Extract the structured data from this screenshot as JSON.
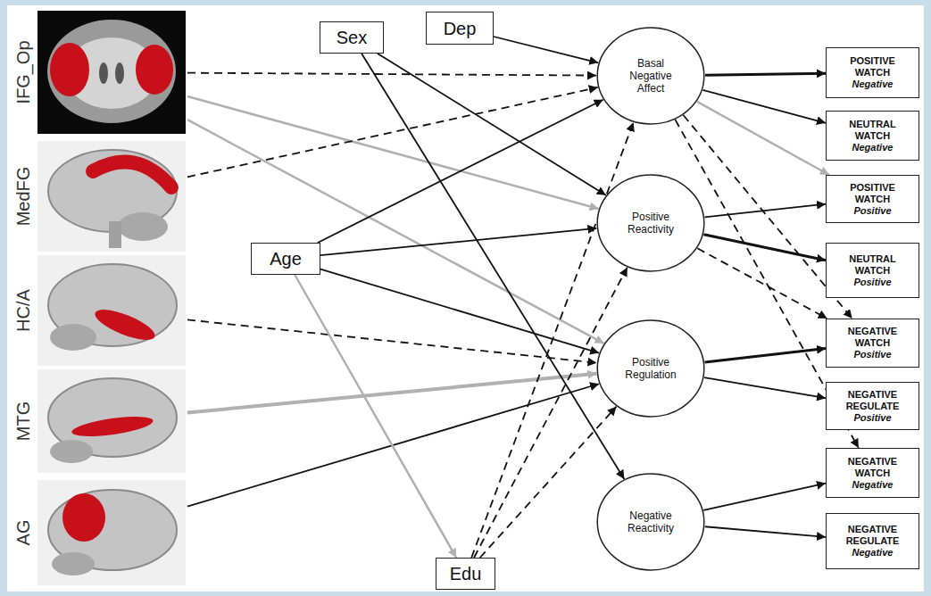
{
  "diagram": {
    "nodes": [
      {
        "text": [
          "IFG_Op"
        ]
      },
      {
        "text": [
          "MedFG"
        ]
      },
      {
        "text": [
          "HC/A"
        ]
      },
      {
        "text": [
          "MTG"
        ]
      },
      {
        "text": [
          "AG"
        ]
      },
      {
        "text": [
          "Sex"
        ]
      },
      {
        "text": [
          "Dep"
        ]
      },
      {
        "text": [
          "Age"
        ]
      },
      {
        "text": [
          "Edu"
        ]
      },
      {
        "text": [
          "Basal Negative Affect"
        ]
      },
      {
        "text": [
          "Positive Reactivity"
        ]
      },
      {
        "text": [
          "Positive Regulation"
        ]
      },
      {
        "text": [
          "Negative Reactivity"
        ]
      },
      {
        "text": [
          "POSITIVE WATCH",
          "Negative"
        ]
      },
      {
        "text": [
          "NEUTRAL WATCH",
          "Negative"
        ]
      },
      {
        "text": [
          "POSITIVE WATCH",
          "Positive"
        ]
      },
      {
        "text": [
          "NEUTRAL WATCH",
          "Positive"
        ]
      },
      {
        "text": [
          "NEGATIVE WATCH",
          "Positive"
        ]
      },
      {
        "text": [
          "NEGATIVE REGULATE",
          "Positive"
        ]
      },
      {
        "text": [
          "NEGATIVE WATCH",
          "Negative"
        ]
      },
      {
        "text": [
          "NEGATIVE REGULATE",
          "Negative"
        ]
      }
    ],
    "edges": [
      {
        "from": 0,
        "to": 9,
        "arrow": "to"
      },
      {
        "from": 0,
        "to": 10,
        "arrow": "to"
      },
      {
        "from": 0,
        "to": 11,
        "arrow": "to"
      },
      {
        "from": 1,
        "to": 9,
        "arrow": "to"
      },
      {
        "from": 2,
        "to": 11,
        "arrow": "to"
      },
      {
        "from": 3,
        "to": 11,
        "arrow": "to"
      },
      {
        "from": 4,
        "to": 11,
        "arrow": "to"
      },
      {
        "from": 5,
        "to": 10,
        "arrow": "to"
      },
      {
        "from": 5,
        "to": 12,
        "arrow": "to"
      },
      {
        "from": 6,
        "to": 9,
        "arrow": "to"
      },
      {
        "from": 7,
        "to": 9,
        "arrow": "to"
      },
      {
        "from": 7,
        "to": 10,
        "arrow": "to"
      },
      {
        "from": 7,
        "to": 11,
        "arrow": "to"
      },
      {
        "from": 7,
        "to": 8,
        "arrow": "to"
      },
      {
        "from": 8,
        "to": 9,
        "arrow": "to"
      },
      {
        "from": 8,
        "to": 10,
        "arrow": "to"
      },
      {
        "from": 8,
        "to": 11,
        "arrow": "to"
      },
      {
        "from": 9,
        "to": 13,
        "arrow": "to"
      },
      {
        "from": 9,
        "to": 14,
        "arrow": "to"
      },
      {
        "from": 9,
        "to": 15,
        "arrow": "to"
      },
      {
        "from": 9,
        "to": 17,
        "arrow": "to"
      },
      {
        "from": 9,
        "to": 19,
        "arrow": "to"
      },
      {
        "from": 10,
        "to": 15,
        "arrow": "to"
      },
      {
        "from": 10,
        "to": 16,
        "arrow": "to"
      },
      {
        "from": 10,
        "to": 17,
        "arrow": "to"
      },
      {
        "from": 11,
        "to": 17,
        "arrow": "to"
      },
      {
        "from": 11,
        "to": 18,
        "arrow": "to"
      },
      {
        "from": 12,
        "to": 19,
        "arrow": "to"
      },
      {
        "from": 12,
        "to": 20,
        "arrow": "to"
      }
    ]
  }
}
